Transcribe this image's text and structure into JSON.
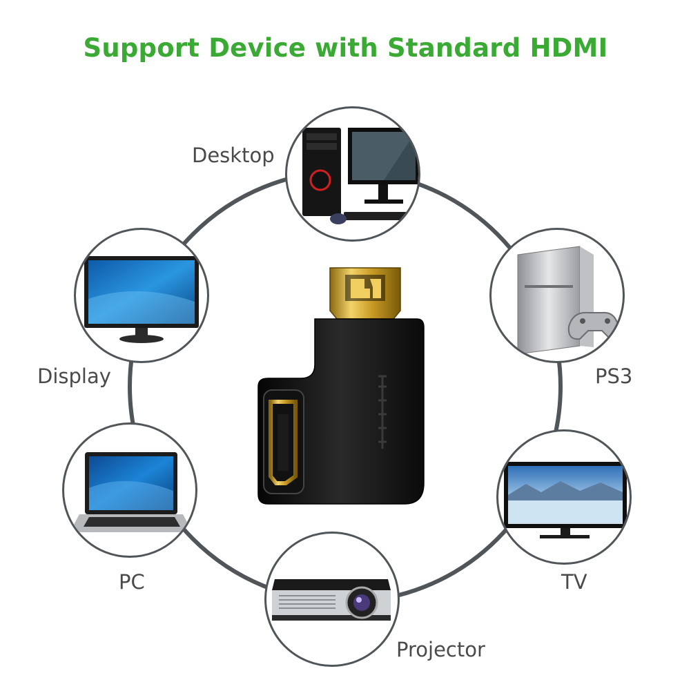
{
  "title": "Support Device with Standard HDMI",
  "colors": {
    "title": "#3aaa35",
    "ring": "#4f5558",
    "label": "#4a4a4a"
  },
  "devices": [
    {
      "label": "Desktop",
      "icon": "desktop-computer-icon"
    },
    {
      "label": "PS3",
      "icon": "game-console-icon"
    },
    {
      "label": "TV",
      "icon": "tv-icon"
    },
    {
      "label": "Projector",
      "icon": "projector-icon"
    },
    {
      "label": "PC",
      "icon": "laptop-icon"
    },
    {
      "label": "Display",
      "icon": "monitor-icon"
    }
  ],
  "center_product": {
    "icon": "hdmi-right-angle-adapter-icon"
  }
}
